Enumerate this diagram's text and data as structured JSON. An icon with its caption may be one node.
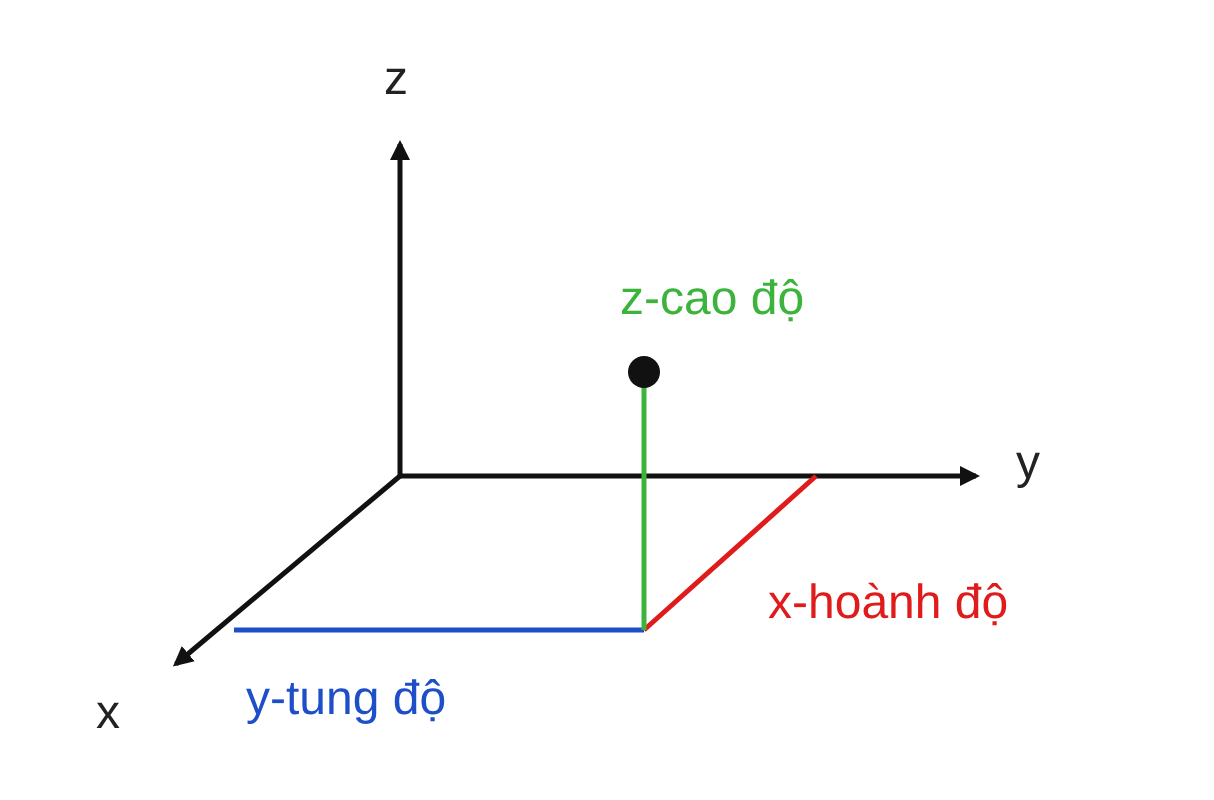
{
  "diagram": {
    "labels": [
      "z",
      "y",
      "x",
      "z-cao độ",
      "x-hoành độ",
      "y-tung độ"
    ]
  }
}
